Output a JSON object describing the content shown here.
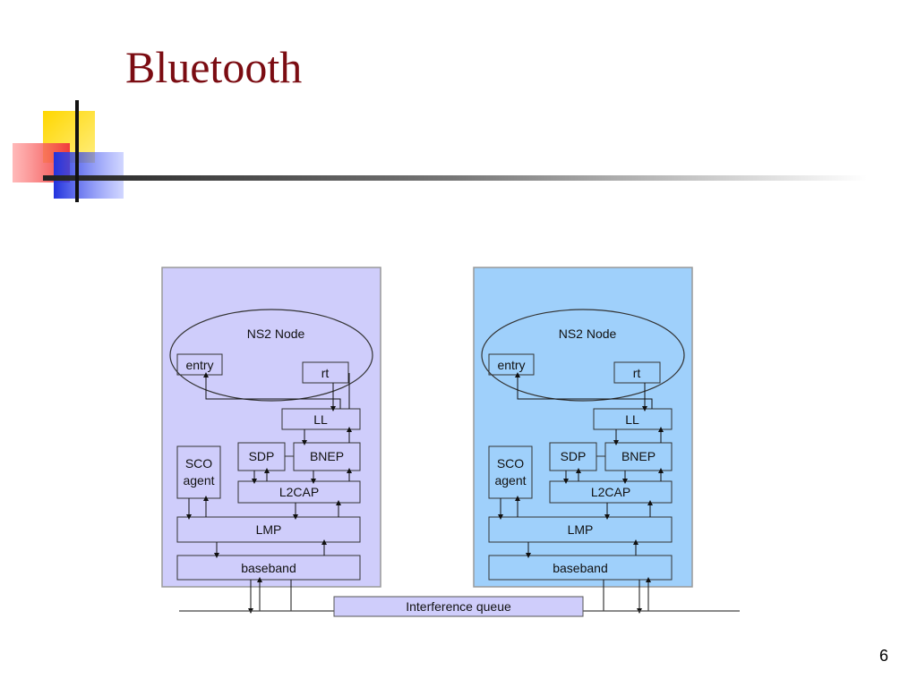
{
  "slide": {
    "title": "Bluetooth",
    "page_number": "6"
  },
  "colors": {
    "title": "#7b0c12",
    "node_left_fill": "#cfcdfb",
    "node_right_fill": "#9fd0fb",
    "queue_fill": "#cfcdfb",
    "deco_yellow": "#ffd700",
    "deco_red": "#f03c3c",
    "deco_blue": "#2233dd"
  },
  "diagram": {
    "left_node": {
      "ns2_node": "NS2 Node",
      "entry": "entry",
      "rt": "rt",
      "ll": "LL",
      "sdp": "SDP",
      "bnep": "BNEP",
      "sco_line1": "SCO",
      "sco_line2": "agent",
      "l2cap": "L2CAP",
      "lmp": "LMP",
      "baseband": "baseband"
    },
    "right_node": {
      "ns2_node": "NS2 Node",
      "entry": "entry",
      "rt": "rt",
      "ll": "LL",
      "sdp": "SDP",
      "bnep": "BNEP",
      "sco_line1": "SCO",
      "sco_line2": "agent",
      "l2cap": "L2CAP",
      "lmp": "LMP",
      "baseband": "baseband"
    },
    "interference_queue": "Interference queue"
  }
}
